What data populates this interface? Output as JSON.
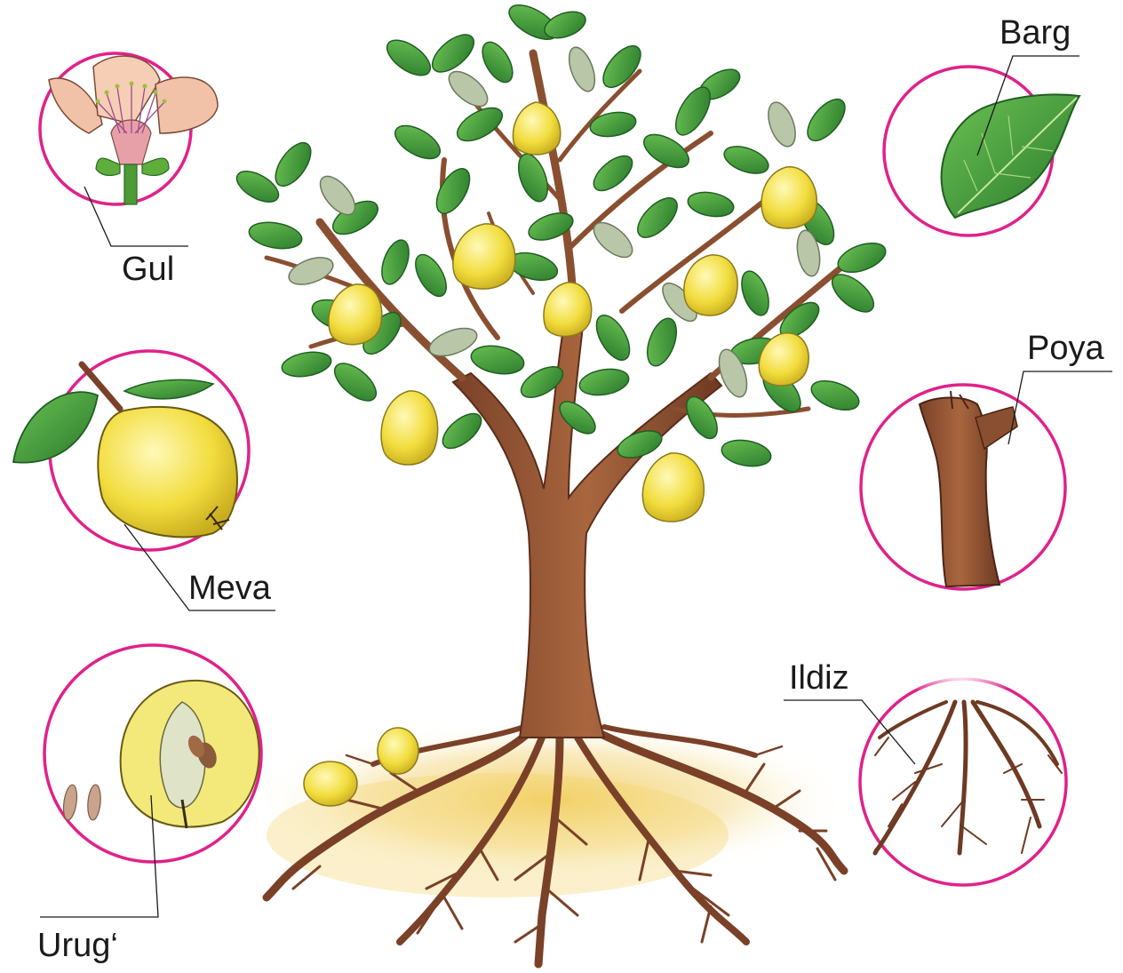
{
  "labels": {
    "gul": "Gul",
    "meva": "Meva",
    "urug": "Urug‘",
    "barg": "Barg",
    "poya": "Poya",
    "ildiz": "Ildiz"
  },
  "colors": {
    "circle_ring": "#e0218a",
    "leaf": "#3f9a3a",
    "leaf_dark": "#1f5e22",
    "pale_leaf": "#b9c7a8",
    "fruit": "#f3e25a",
    "trunk": "#9b5a38",
    "ground": "#f3d98a",
    "petal": "#f2c2a8"
  }
}
